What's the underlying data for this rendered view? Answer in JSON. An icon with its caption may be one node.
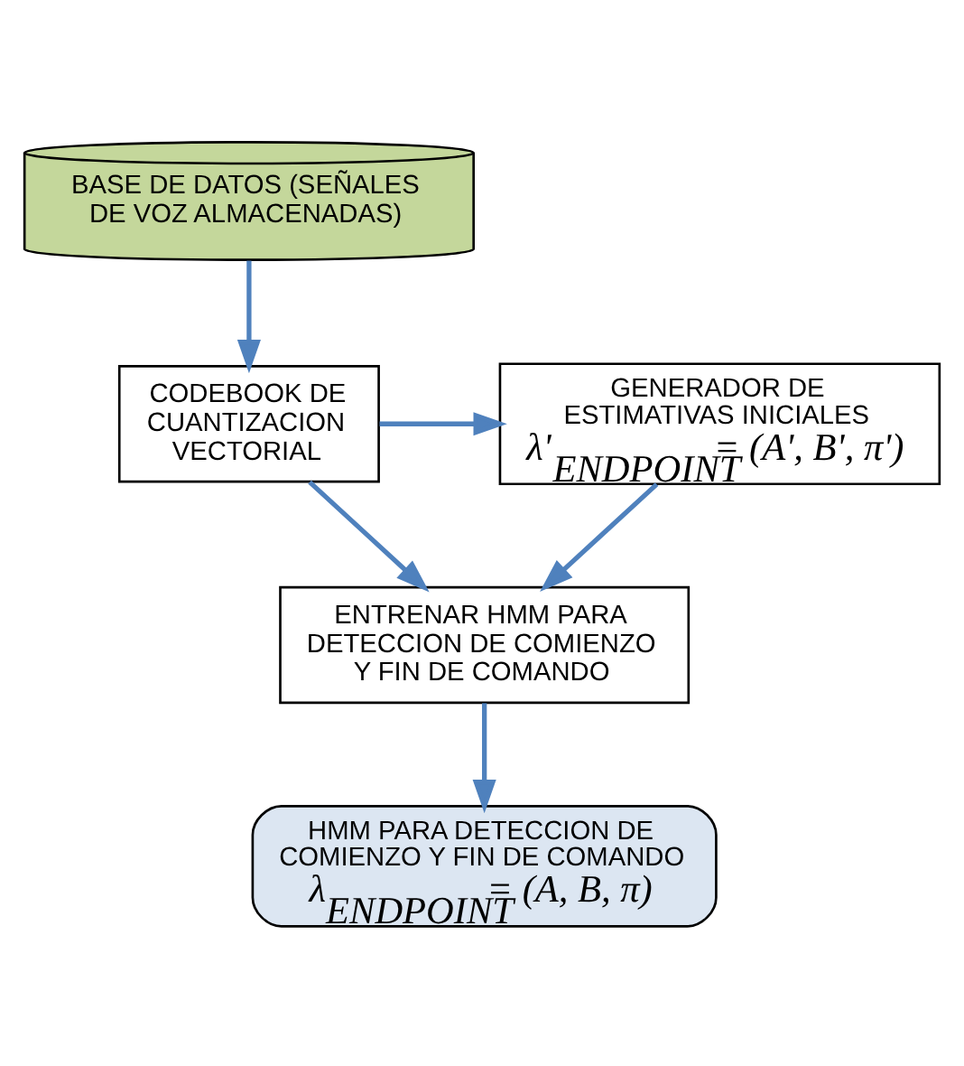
{
  "diagram": {
    "nodes": [
      {
        "text": [
          "BASE DE DATOS (SEÑALES DE VOZ ALMACENADAS)"
        ]
      },
      {
        "text": [
          "GENERADOR DE ESTIMATIVAS INICIALES",
          "λ'$_{ENDPOINT}$ = (A', B', π')"
        ]
      },
      {
        "text": [
          "CODEBOOK DE CUANTIZACION VECTORIAL"
        ]
      },
      {
        "text": [
          "ENTRENAR HMM PARA DETECCION DE COMIENZO Y FIN DE COMANDO"
        ]
      },
      {
        "text": [
          "HMM PARA DETECCION DE COMIENZO Y FIN DE COMANDO",
          "λ$_{ENDPOINT}$ = (A, B, π)"
        ]
      }
    ],
    "edges": [
      {
        "from": 0,
        "to": 2,
        "arrow": "to"
      },
      {
        "from": 2,
        "to": 1,
        "arrow": "to"
      },
      {
        "from": 1,
        "to": 3,
        "arrow": "to"
      },
      {
        "from": 2,
        "to": 3,
        "arrow": "to"
      },
      {
        "from": 3,
        "to": 4,
        "arrow": "to"
      }
    ]
  }
}
